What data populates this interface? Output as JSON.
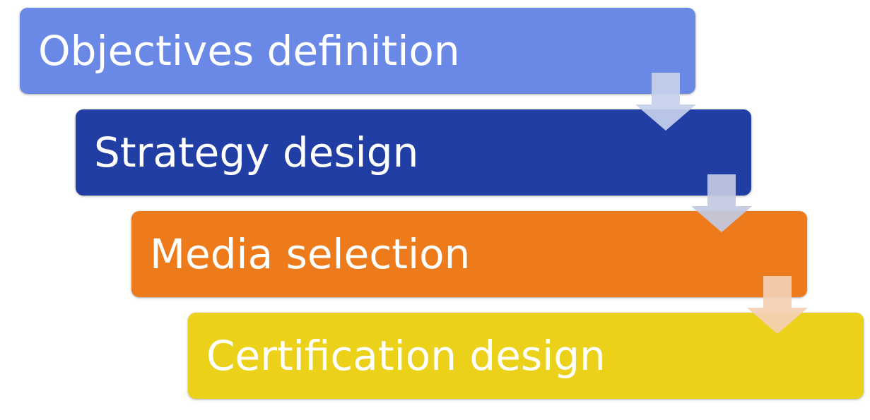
{
  "steps": [
    {
      "label": "Objectives definition",
      "color": "#6a88e6"
    },
    {
      "label": "Strategy design",
      "color": "#203ea3"
    },
    {
      "label": "Media selection",
      "color": "#ed7b1c"
    },
    {
      "label": "Certification design",
      "color": "#ecd11b"
    }
  ],
  "connectors": {
    "shape": "down-arrow",
    "colors": [
      "#c7d0ec",
      "#c2c9e2",
      "#f3cfb3"
    ]
  }
}
